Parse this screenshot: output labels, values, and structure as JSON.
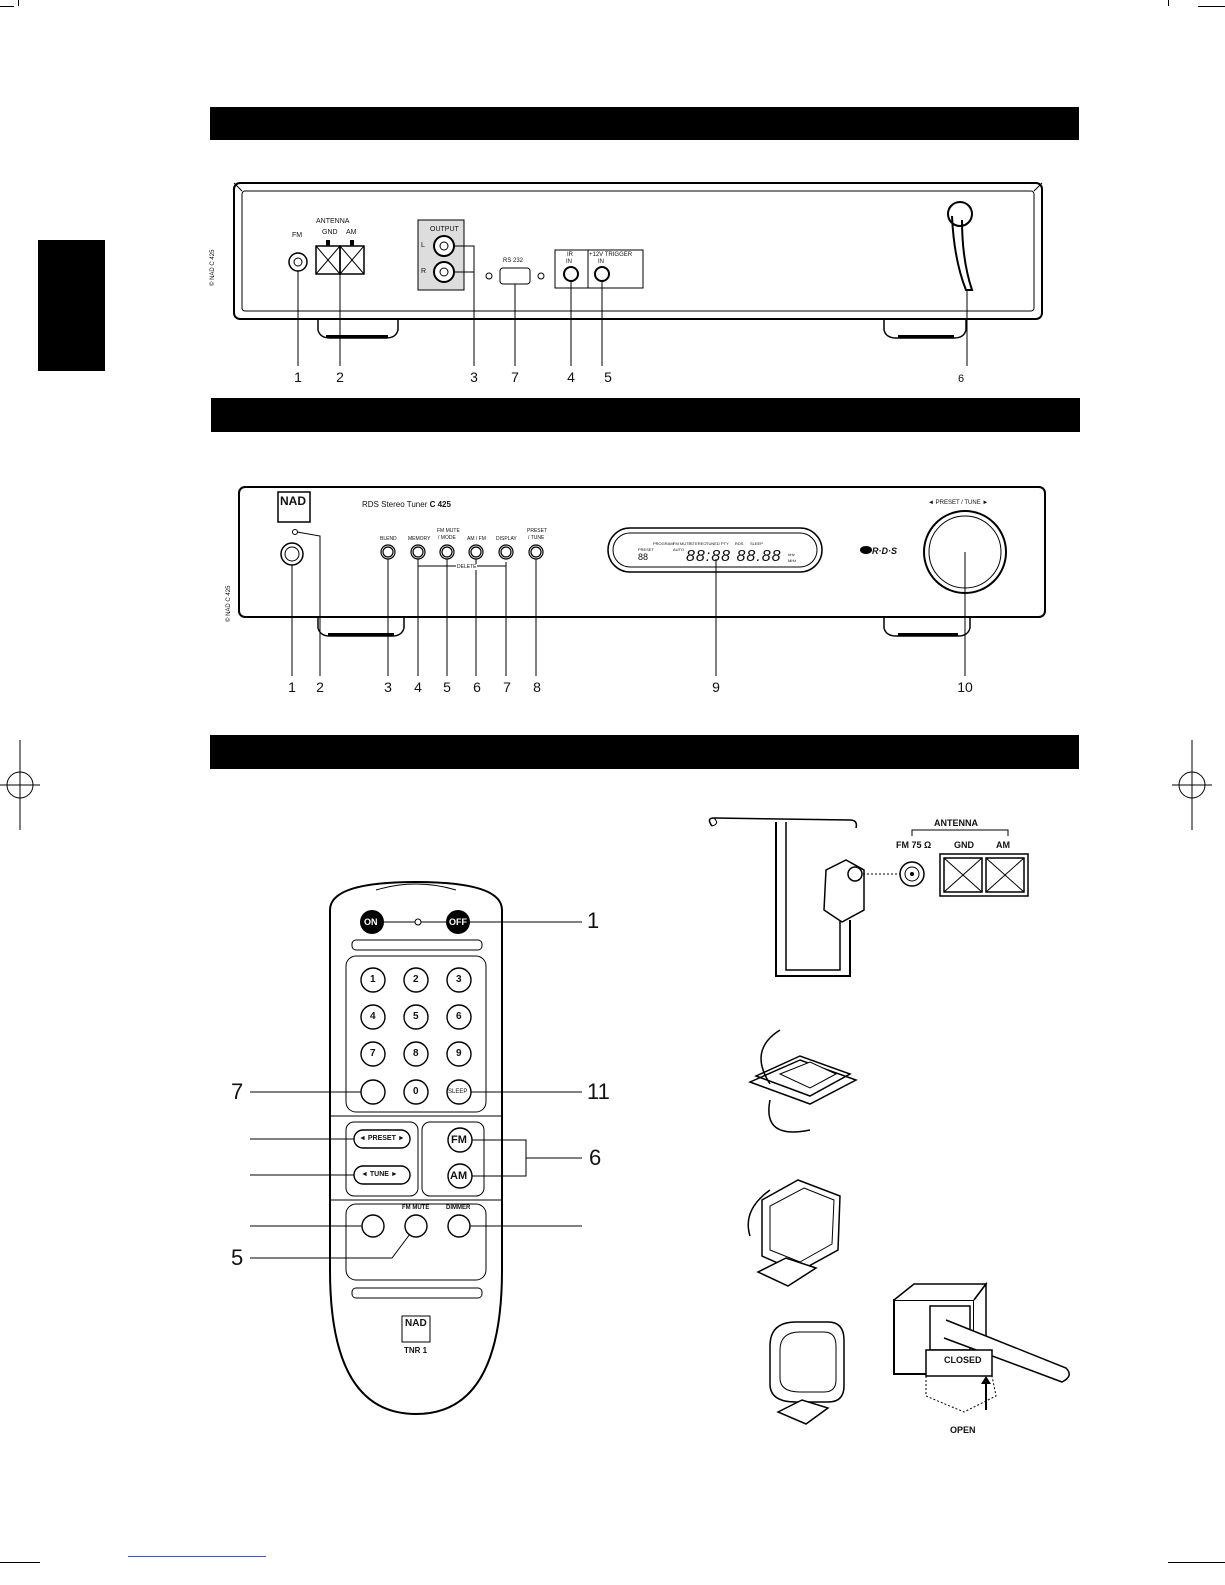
{
  "rear": {
    "labels": {
      "fm": "FM",
      "antenna": "ANTENNA",
      "gnd": "GND",
      "am": "AM",
      "output": "OUTPUT",
      "l": "L",
      "r": "R",
      "rs232": "RS 232",
      "ir": "IR",
      "ir_in": "IN",
      "trigger": "+12V TRIGGER",
      "trigger_in": "IN",
      "copyright": "© NAD C 425"
    },
    "callouts": [
      "1",
      "2",
      "3",
      "7",
      "4",
      "5",
      "6"
    ]
  },
  "front": {
    "brand": "NAD",
    "model_prefix": "RDS Stereo Tuner",
    "model": "C 425",
    "buttons": {
      "blend": "BLEND",
      "memory": "MEMORY",
      "fm_mute_1": "FM MUTE",
      "fm_mute_2": "/ MODE",
      "am_fm": "AM / FM",
      "display": "DISPLAY",
      "preset_1": "PRESET",
      "preset_2": "/ TUNE",
      "delete": "DELETE"
    },
    "knob_label": "◄ PRESET / TUNE ►",
    "rds": "R·D·S",
    "display": {
      "preset": "PRESET",
      "program": "PROGRAM",
      "fm_mute": "FM MUTE",
      "stereo": "STEREO",
      "tuned": "TUNED",
      "pty": "PTY",
      "auto": "AUTO",
      "rds": "RDS",
      "sleep": "SLEEP",
      "digits_small": "88",
      "digits": "88:88 88.88",
      "khz": "kHz",
      "mhz": "MHz"
    },
    "copyright": "© NAD C 425",
    "callouts": [
      "1",
      "2",
      "3",
      "4",
      "5",
      "6",
      "7",
      "8",
      "9",
      "10"
    ]
  },
  "remote": {
    "on": "ON",
    "off": "OFF",
    "keys": [
      "1",
      "2",
      "3",
      "4",
      "5",
      "6",
      "7",
      "8",
      "9",
      "",
      "0",
      "SLEEP"
    ],
    "preset": "◄ PRESET ►",
    "tune": "◄  TUNE  ►",
    "fm": "FM",
    "am": "AM",
    "fm_mute": "FM MUTE",
    "dimmer": "DIMMER",
    "brand": "NAD",
    "model": "TNR 1",
    "callouts": {
      "c1": "1",
      "c7": "7",
      "c11": "11",
      "c6": "6",
      "c5": "5"
    }
  },
  "antenna": {
    "antenna": "ANTENNA",
    "fm": "FM  75 Ω",
    "gnd": "GND",
    "am": "AM",
    "closed": "CLOSED",
    "open": "OPEN"
  }
}
